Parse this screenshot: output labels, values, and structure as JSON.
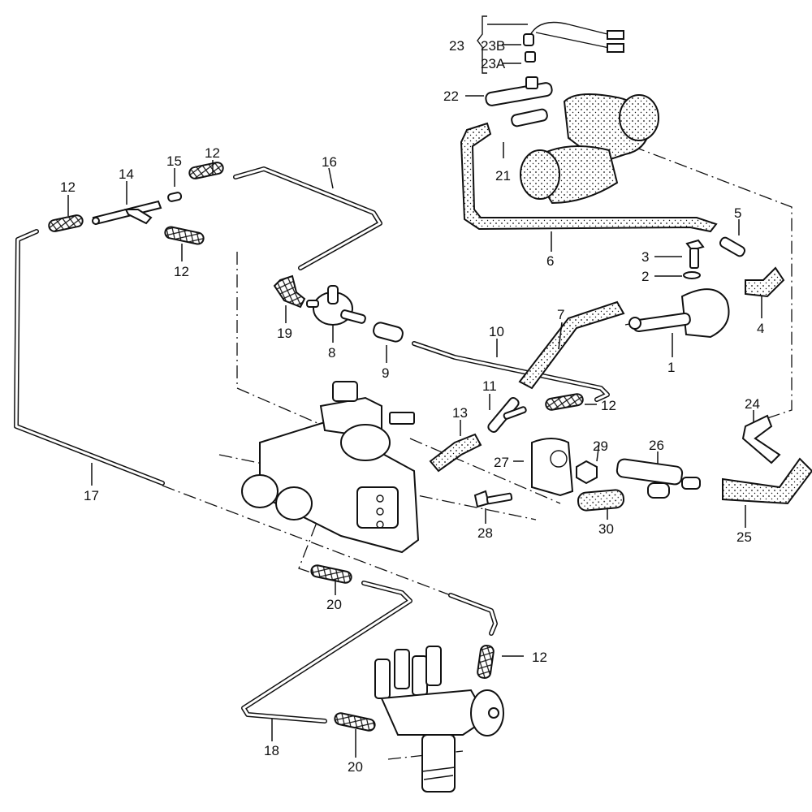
{
  "diagram": {
    "type": "exploded-parts-diagram",
    "subject": "vacuum hose routing / emission control parts",
    "callouts": [
      {
        "id": "c1",
        "text": "1"
      },
      {
        "id": "c2",
        "text": "2"
      },
      {
        "id": "c3",
        "text": "3"
      },
      {
        "id": "c4",
        "text": "4"
      },
      {
        "id": "c5",
        "text": "5"
      },
      {
        "id": "c6",
        "text": "6"
      },
      {
        "id": "c7",
        "text": "7"
      },
      {
        "id": "c8",
        "text": "8"
      },
      {
        "id": "c9",
        "text": "9"
      },
      {
        "id": "c10",
        "text": "10"
      },
      {
        "id": "c11",
        "text": "11"
      },
      {
        "id": "c12a",
        "text": "12"
      },
      {
        "id": "c12b",
        "text": "12"
      },
      {
        "id": "c12c",
        "text": "12"
      },
      {
        "id": "c12d",
        "text": "12"
      },
      {
        "id": "c12e",
        "text": "12"
      },
      {
        "id": "c13",
        "text": "13"
      },
      {
        "id": "c14",
        "text": "14"
      },
      {
        "id": "c15",
        "text": "15"
      },
      {
        "id": "c16",
        "text": "16"
      },
      {
        "id": "c17",
        "text": "17"
      },
      {
        "id": "c18",
        "text": "18"
      },
      {
        "id": "c19",
        "text": "19"
      },
      {
        "id": "c20a",
        "text": "20"
      },
      {
        "id": "c20b",
        "text": "20"
      },
      {
        "id": "c21",
        "text": "21"
      },
      {
        "id": "c22",
        "text": "22"
      },
      {
        "id": "c23",
        "text": "23"
      },
      {
        "id": "c23b",
        "text": "23B"
      },
      {
        "id": "c23a",
        "text": "23A"
      },
      {
        "id": "c24",
        "text": "24"
      },
      {
        "id": "c25",
        "text": "25"
      },
      {
        "id": "c26",
        "text": "26"
      },
      {
        "id": "c27",
        "text": "27"
      },
      {
        "id": "c28",
        "text": "28"
      },
      {
        "id": "c29",
        "text": "29"
      },
      {
        "id": "c30",
        "text": "30"
      }
    ]
  }
}
